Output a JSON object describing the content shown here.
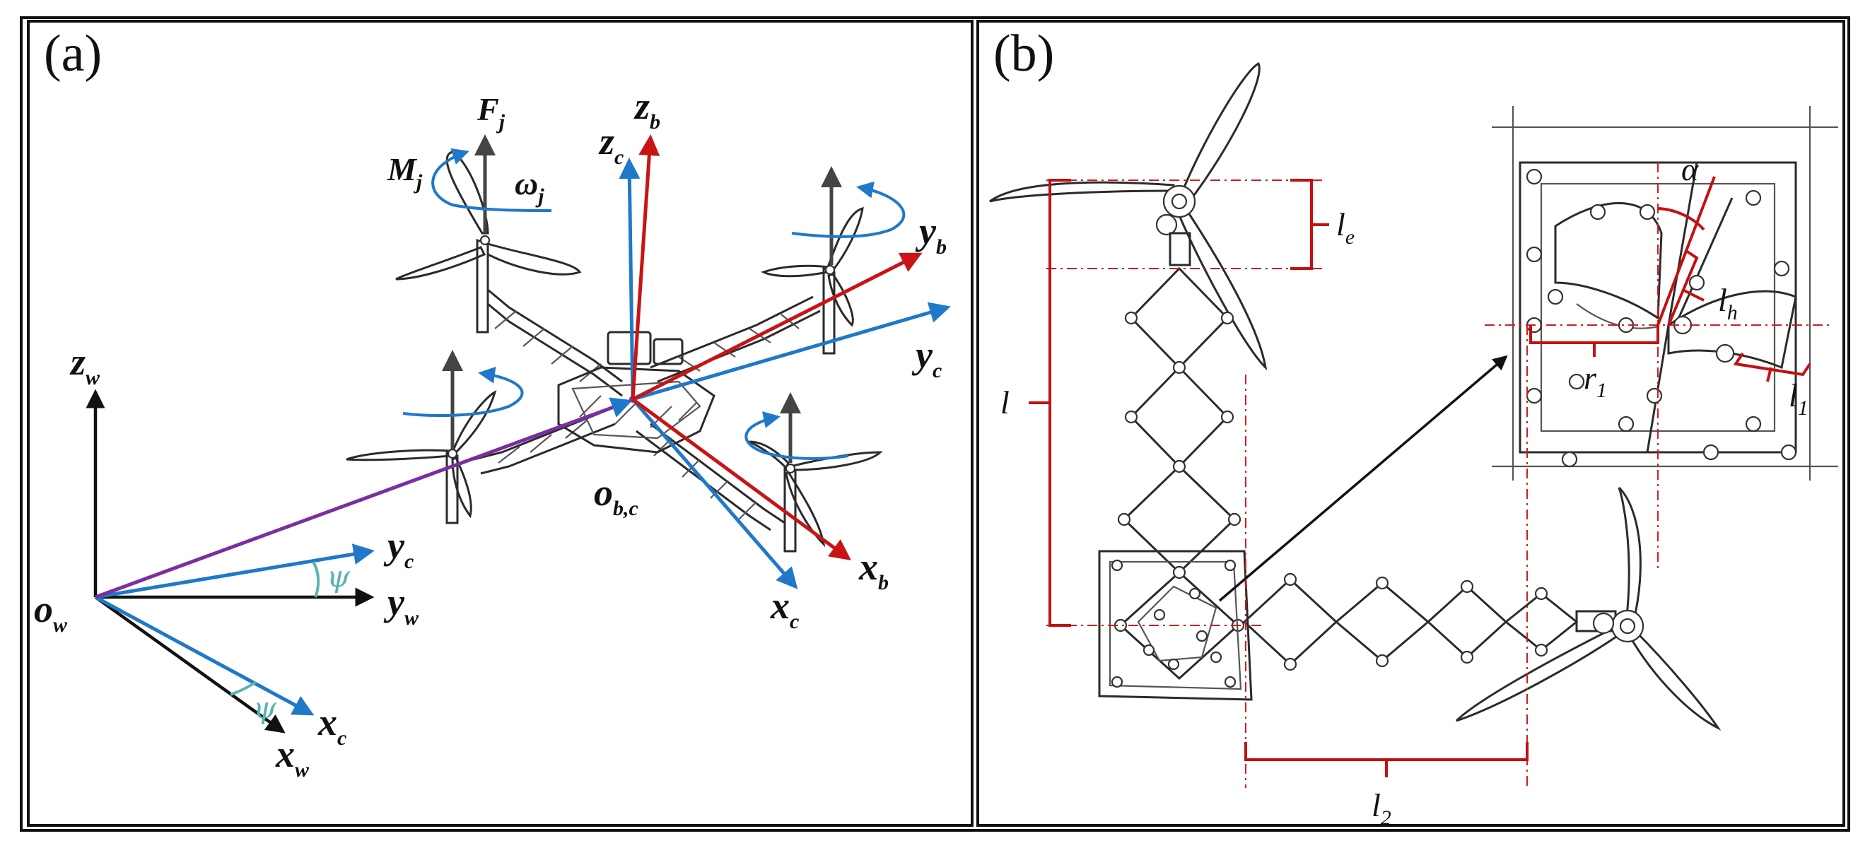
{
  "panels": {
    "a": {
      "label": "(a)"
    },
    "b": {
      "label": "(b)"
    }
  },
  "panel_a": {
    "world_frame": {
      "origin": "o",
      "origin_sub": "w",
      "x": "x",
      "x_sub": "w",
      "y": "y",
      "y_sub": "w",
      "z": "z",
      "z_sub": "w"
    },
    "yaw_frame": {
      "x": "x",
      "x_sub": "c",
      "y": "y",
      "y_sub": "c",
      "angle": "ψ"
    },
    "body_frame": {
      "origin": "o",
      "origin_sub": "b,c",
      "xb": "x",
      "xb_sub": "b",
      "yb": "y",
      "yb_sub": "b",
      "zb": "z",
      "zb_sub": "b",
      "xc": "x",
      "xc_sub": "c",
      "yc": "y",
      "yc_sub": "c",
      "zc": "z",
      "zc_sub": "c"
    },
    "rotor": {
      "force": "F",
      "force_sub": "j",
      "moment": "M",
      "moment_sub": "j",
      "speed": "ω",
      "speed_sub": "j"
    }
  },
  "panel_b": {
    "dims": {
      "l": "l",
      "le": "l",
      "le_sub": "e",
      "l2": "l",
      "l2_sub": "2",
      "alpha": "α",
      "lh": "l",
      "lh_sub": "h",
      "r1": "r",
      "r1_sub": "1",
      "l1": "l",
      "l1_sub": "1"
    }
  },
  "colors": {
    "world_axes": "#111111",
    "c_frame": "#1f78c8",
    "b_frame": "#c81414",
    "position_vector": "#7a2fa0",
    "psi_arc": "#5ab3b0",
    "dimension_lines": "#c41010"
  }
}
